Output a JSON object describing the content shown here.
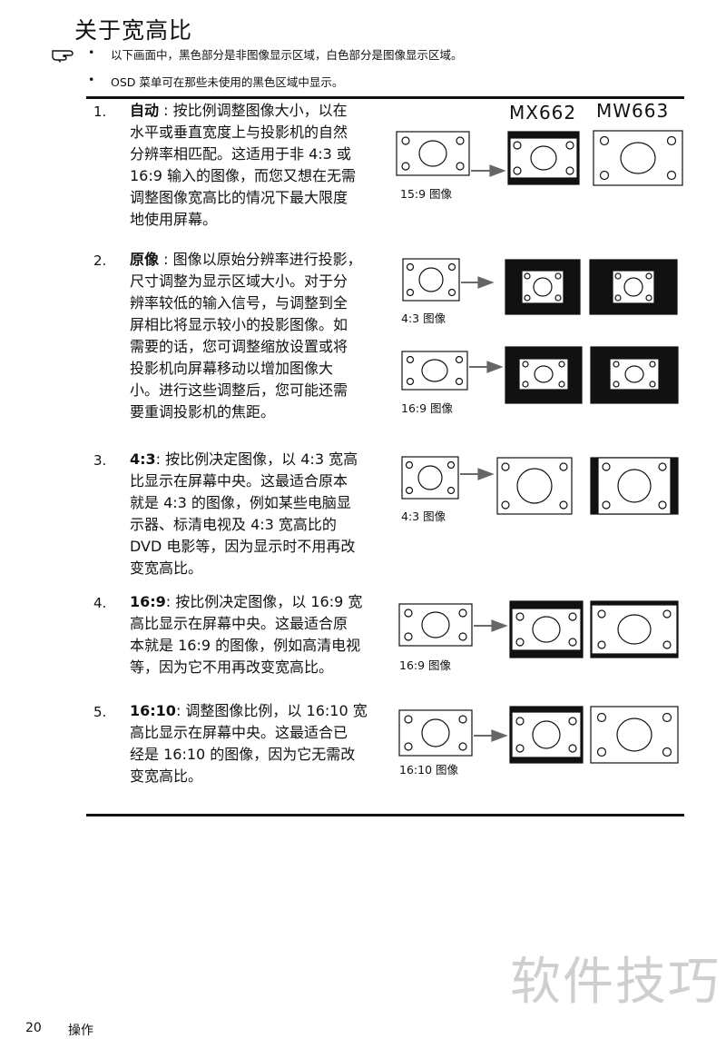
{
  "page": {
    "title": "关于宽高比",
    "notes": [
      "以下画面中，黑色部分是非图像显示区域，白色部分是图像显示区域。",
      "OSD 菜单可在那些未使用的黑色区域中显示。"
    ],
    "models": [
      "MX662",
      "MW663"
    ],
    "items": [
      {
        "num": "1.",
        "term": "自动",
        "sep": " : ",
        "lines": [
          "按比例调整图像大小，以在",
          "水平或垂直宽度上与投影机的自然",
          "分辨率相匹配。这适用于非 4:3 或",
          "16:9 输入的图像，而您又想在无需",
          "调整图像宽高比的情况下最大限度",
          "地使用屏幕。"
        ]
      },
      {
        "num": "2.",
        "term": "原像",
        "sep": " : ",
        "lines": [
          "图像以原始分辨率进行投影，",
          "尺寸调整为显示区域大小。对于分",
          "辨率较低的输入信号，与调整到全",
          "屏相比将显示较小的投影图像。如",
          "需要的话，您可调整缩放设置或将",
          "投影机向屏幕移动以增加图像大",
          "小。进行这些调整后，您可能还需",
          "要重调投影机的焦距。"
        ]
      },
      {
        "num": "3.",
        "term": "4:3",
        "sep": ": ",
        "lines": [
          "按比例决定图像，以 4:3 宽高",
          "比显示在屏幕中央。这最适合原本",
          "就是 4:3 的图像，例如某些电脑显",
          "示器、标清电视及 4:3 宽高比的",
          "DVD 电影等，因为显示时不用再改",
          "变宽高比。"
        ]
      },
      {
        "num": "4.",
        "term": "16:9",
        "sep": ": ",
        "lines": [
          "按比例决定图像，以 16:9 宽",
          "高比显示在屏幕中央。这最适合原",
          "本就是 16:9 的图像，例如高清电视",
          "等，因为它不用再改变宽高比。"
        ]
      },
      {
        "num": "5.",
        "term": "16:10",
        "sep": ": ",
        "lines": [
          "调整图像比例，以 16:10 宽",
          "高比显示在屏幕中央。这最适合已",
          "经是 16:10 的图像，因为它无需改",
          "变宽高比。"
        ]
      }
    ],
    "captions": [
      "15:9 图像",
      "4:3 图像",
      "16:9 图像",
      "4:3 图像",
      "16:9 图像",
      "16:10 图像"
    ],
    "footer": {
      "page_number": "20",
      "section": "操作"
    },
    "watermark": "软件技巧"
  }
}
